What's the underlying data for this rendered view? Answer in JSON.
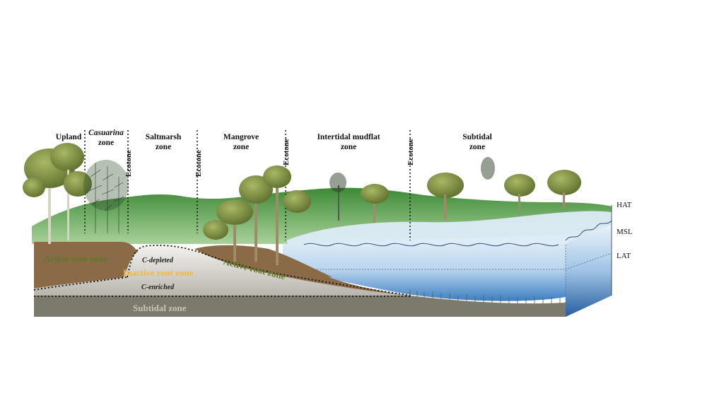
{
  "zones": {
    "upland": "Upland",
    "casuarina_italic": "Casuarina",
    "casuarina_rest": "zone",
    "saltmarsh_line1": "Saltmarsh",
    "saltmarsh_line2": "zone",
    "mangrove_line1": "Mangrove",
    "mangrove_line2": "zone",
    "mudflat_line1": "Intertidal mudflat",
    "mudflat_line2": "zone",
    "subtidal_line1": "Subtidal",
    "subtidal_line2": "zone"
  },
  "ecotone_label": "Ecotone",
  "tide_levels": {
    "hat": "HAT",
    "msl": "MSL",
    "lat": "LAT"
  },
  "soil_layers": {
    "active_root_left": "Active root zone",
    "active_root_right": "Active root zone",
    "inactive_root": "Inactive root zone",
    "c_depleted": "C-depleted",
    "c_enriched": "C-enriched",
    "subtidal_zone": "Subtidal zone"
  },
  "colors": {
    "hill_green": "#3f8a3a",
    "hill_light": "#b8d8a8",
    "water_light": "#cfe3f2",
    "water_deep": "#3e7bbf",
    "soil_brown": "#8b6a47",
    "soil_grey": "#c9c6c0",
    "subtidal_grey": "#7b786c",
    "active_label": "#5a7a2a",
    "inactive_label": "#f2b92e"
  }
}
